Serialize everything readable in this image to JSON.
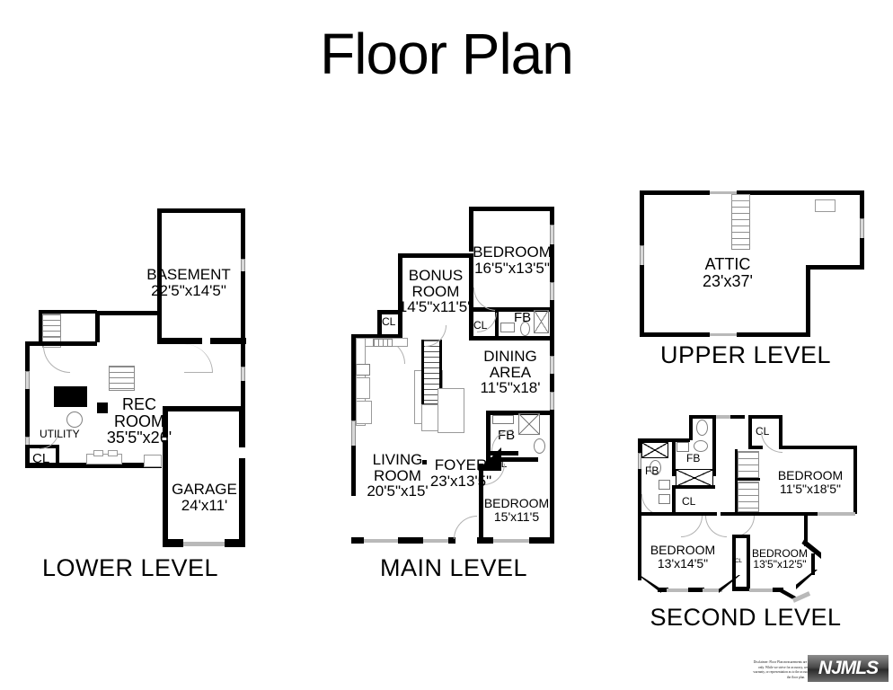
{
  "title": "Floor Plan",
  "levels": [
    {
      "id": "lower",
      "caption": "LOWER LEVEL",
      "rooms": [
        {
          "name": "BASEMENT",
          "dimensions": "22'5\"x14'5\""
        },
        {
          "name": "REC\nROOM",
          "name_line1": "REC",
          "name_line2": "ROOM",
          "dimensions": "35'5\"x26'"
        },
        {
          "name": "UTILITY",
          "dimensions": ""
        },
        {
          "name": "GARAGE",
          "dimensions": "24'x11'"
        }
      ],
      "tags": [
        "CL"
      ]
    },
    {
      "id": "main",
      "caption": "MAIN LEVEL",
      "rooms": [
        {
          "name": "BEDROOM",
          "dimensions": "16'5\"x13'5\""
        },
        {
          "name_line1": "BONUS",
          "name_line2": "ROOM",
          "dimensions": "14'5\"x11'5\""
        },
        {
          "name_line1": "DINING",
          "name_line2": "AREA",
          "dimensions": "11'5\"x18'"
        },
        {
          "name_line1": "LIVING",
          "name_line2": "ROOM",
          "dimensions": "20'5\"x15'"
        },
        {
          "name": "FOYER",
          "dimensions": "23'x13'5\""
        },
        {
          "name": "BEDROOM",
          "dimensions": "15'x11'5"
        }
      ],
      "tags": [
        "CL",
        "CL",
        "FB",
        "FB",
        "CL"
      ]
    },
    {
      "id": "upper",
      "caption": "UPPER LEVEL",
      "rooms": [
        {
          "name": "ATTIC",
          "dimensions": "23'x37'"
        }
      ],
      "tags": []
    },
    {
      "id": "second",
      "caption": "SECOND LEVEL",
      "rooms": [
        {
          "name": "BEDROOM",
          "dimensions": "11'5\"x18'5\""
        },
        {
          "name": "BEDROOM",
          "dimensions": "13'x14'5\""
        },
        {
          "name": "BEDROOM",
          "dimensions": "13'5\"x12'5\""
        }
      ],
      "tags": [
        "CL",
        "FB",
        "FB",
        "CL",
        "CL"
      ]
    }
  ],
  "labels": {
    "lower": {
      "basement_name": "BASEMENT",
      "basement_dim": "22'5\"x14'5\"",
      "rec_l1": "REC",
      "rec_l2": "ROOM",
      "rec_dim": "35'5\"x26'",
      "utility": "UTILITY",
      "closet": "CL",
      "garage_name": "GARAGE",
      "garage_dim": "24'x11'",
      "caption": "LOWER LEVEL"
    },
    "main": {
      "bedroom1_name": "BEDROOM",
      "bedroom1_dim": "16'5\"x13'5\"",
      "bonus_l1": "BONUS",
      "bonus_l2": "ROOM",
      "bonus_dim": "14'5\"x11'5\"",
      "closet_kitchen": "CL",
      "closet_hall": "CL",
      "fb_upper": "FB",
      "dining_l1": "DINING",
      "dining_l2": "AREA",
      "dining_dim": "11'5\"x18'",
      "fb_lower": "FB",
      "living_l1": "LIVING",
      "living_l2": "ROOM",
      "living_dim": "20'5\"x15'",
      "foyer_name": "FOYER",
      "foyer_dim": "23'x13'5\"",
      "closet_foyer": "CL",
      "bedroom2_name": "BEDROOM",
      "bedroom2_dim": "15'x11'5",
      "caption": "MAIN LEVEL"
    },
    "upper": {
      "attic_name": "ATTIC",
      "attic_dim": "23'x37'",
      "caption": "UPPER LEVEL"
    },
    "second": {
      "closet_top": "CL",
      "fb_right": "FB",
      "fb_left": "FB",
      "closet_mid": "CL",
      "bedroom_main_name": "BEDROOM",
      "bedroom_main_dim": "11'5\"x18'5\"",
      "bedroom_left_name": "BEDROOM",
      "bedroom_left_dim": "13'x14'5\"",
      "closet_small": "CL",
      "bedroom_right_name": "BEDROOM",
      "bedroom_right_dim": "13'5\"x12'5\"",
      "caption": "SECOND LEVEL"
    }
  },
  "footer": {
    "disclaimer": "Disclaimer: Floor Plan measurements are for illustrative purposes only. While we strive for accuracy, we make no guarantee, warranty, or representation as to the accuracy and completeness of the floor plan.",
    "logo_text": "NJMLS"
  },
  "colors": {
    "wall": "#000000",
    "fixture": "#8a8a8a",
    "window": "#d8d8d8",
    "background": "#ffffff",
    "logo_dark": "#2b2b2b"
  }
}
